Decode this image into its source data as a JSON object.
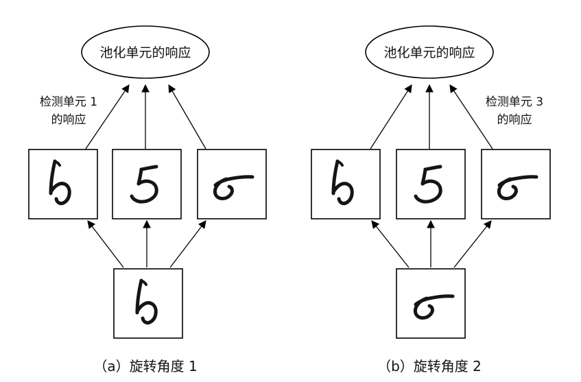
{
  "panels": [
    {
      "pool_label": "池化单元的响应",
      "detector_label_line1": "检测单元 1",
      "detector_label_line2": "的响应",
      "caption": "（a）旋转角度 1"
    },
    {
      "pool_label": "池化单元的响应",
      "detector_label_line1": "检测单元 3",
      "detector_label_line2": "的响应",
      "caption": "（b）旋转角度 2"
    }
  ]
}
